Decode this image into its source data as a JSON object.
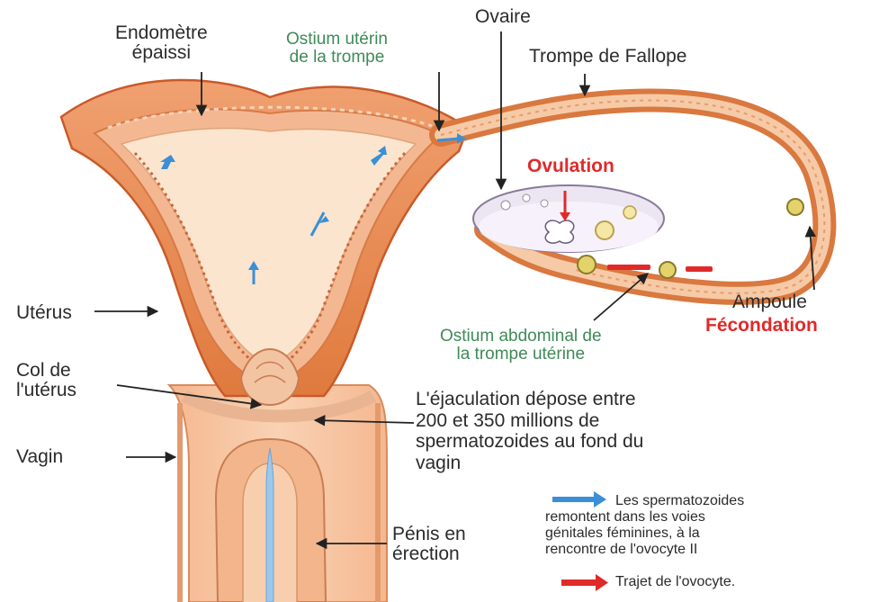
{
  "labels": {
    "endometre": [
      "Endomètre",
      "épaissi"
    ],
    "ostium_uterin": [
      "Ostium utérin",
      "de la trompe"
    ],
    "ovaire": "Ovaire",
    "trompe": "Trompe de Fallope",
    "ovulation": "Ovulation",
    "uterus": "Utérus",
    "col": [
      "Col de",
      "l'utérus"
    ],
    "vagin": "Vagin",
    "ampoule": "Ampoule",
    "fecondation": "Fécondation",
    "ostium_abdominal": [
      "Ostium abdominal de",
      "la trompe utérine"
    ],
    "ejaculation": [
      "L'éjaculation dépose entre",
      "200 et 350 millions de",
      "spermatozoides au fond du",
      "vagin"
    ],
    "penis": [
      "Pénis en",
      "érection"
    ]
  },
  "legend": {
    "blue_text": [
      "Les spermatozoides",
      "remontent dans les voies",
      "génitales féminines, à la",
      "rencontre de l'ovocyte II"
    ],
    "red_text": "Trajet de l'ovocyte."
  },
  "colors": {
    "tissue": "#e98a52",
    "tissue_dark": "#c95a2a",
    "cavity": "#f9dcc0",
    "cavity_light": "#fdeedf",
    "blue_arrow": "#3a8fd6",
    "red_arrow": "#e02a2a",
    "ovary": "#ece6f2",
    "label_green": "#3f8a58",
    "label_red": "#e02a2a"
  },
  "icons": {
    "blue_arrow": "arrow-right-blue",
    "red_arrow": "arrow-right-red"
  }
}
